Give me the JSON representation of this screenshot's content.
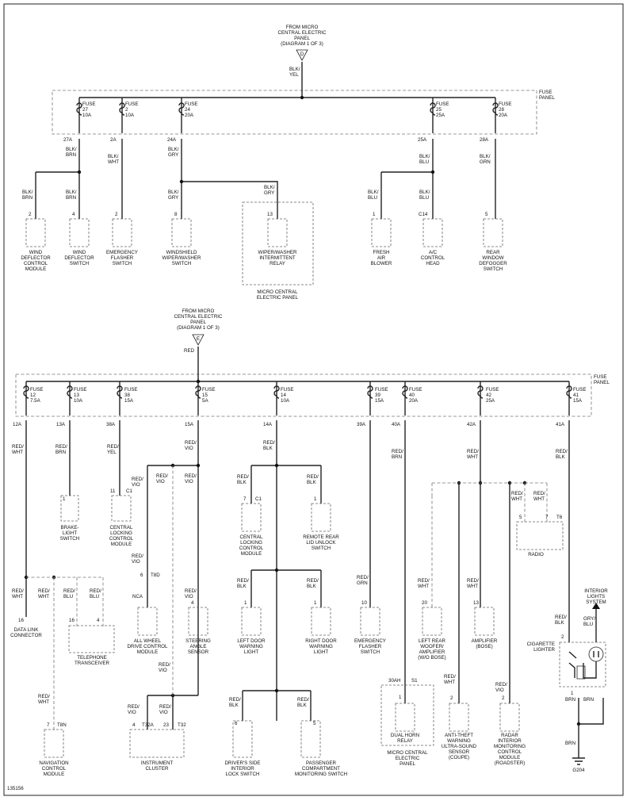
{
  "diagram_id": "135156",
  "fuse_panel_label": [
    "FUSE",
    "PANEL"
  ],
  "top": {
    "source": {
      "lines": [
        "FROM MICRO",
        "CENTRAL ELECTRIC",
        "PANEL",
        "(DIAGRAM 1 OF 3)"
      ],
      "connector": "D",
      "wire": [
        "BLK/",
        "YEL"
      ]
    },
    "fuses": [
      {
        "lines": [
          "FUSE",
          "27",
          "10A"
        ],
        "circuit": "27A"
      },
      {
        "lines": [
          "FUSE",
          "2",
          "10A"
        ],
        "circuit": "2A"
      },
      {
        "lines": [
          "FUSE",
          "24",
          "20A"
        ],
        "circuit": "24A"
      },
      {
        "lines": [
          "FUSE",
          "25",
          "25A"
        ],
        "circuit": "25A"
      },
      {
        "lines": [
          "FUSE",
          "28",
          "20A"
        ],
        "circuit": "28A"
      }
    ],
    "wires": [
      {
        "lines": [
          "BLK/",
          "BRN"
        ]
      },
      {
        "lines": [
          "BLK/",
          "WHT"
        ]
      },
      {
        "lines": [
          "BLK/",
          "GRY"
        ]
      },
      {
        "lines": [
          "BLK/",
          "BLU"
        ]
      },
      {
        "lines": [
          "BLK/",
          "GRN"
        ]
      },
      {
        "lines": [
          "BLK/",
          "BRN"
        ]
      },
      {
        "lines": [
          "BLK/",
          "BRN"
        ]
      },
      {
        "lines": [
          "BLK/",
          "GRY"
        ]
      },
      {
        "lines": [
          "BLK/",
          "GRY"
        ]
      },
      {
        "lines": [
          "BLK/",
          "BLU"
        ]
      },
      {
        "lines": [
          "BLK/",
          "BLU"
        ]
      }
    ],
    "components": [
      {
        "pin": "2",
        "lines": [
          "WIND",
          "DEFLECTOR",
          "CONTROL",
          "MODULE"
        ]
      },
      {
        "pin": "4",
        "lines": [
          "WIND",
          "DEFLECTOR",
          "SWITCH"
        ]
      },
      {
        "pin": "2",
        "lines": [
          "EMERGENCY",
          "FLASHER",
          "SWITCH"
        ]
      },
      {
        "pin": "8",
        "lines": [
          "WINDSHIELD",
          "WIPER/WASHER",
          "SWITCH"
        ]
      },
      {
        "pin": "13",
        "lines": [
          "WIPER/WASHER",
          "INTERMITTENT",
          "RELAY"
        ]
      },
      {
        "pin": "1",
        "lines": [
          "FRESH",
          "AIR",
          "BLOWER"
        ]
      },
      {
        "pin": "C14",
        "lines": [
          "A/C",
          "CONTROL",
          "HEAD"
        ]
      },
      {
        "pin": "5",
        "lines": [
          "REAR",
          "WINDOW",
          "DEFOGGER",
          "SWITCH"
        ]
      }
    ],
    "mcep": [
      "MICRO CENTRAL",
      "ELECTRIC PANEL"
    ]
  },
  "bottom": {
    "source": {
      "lines": [
        "FROM MICRO",
        "CENTRAL ELECTRIC",
        "PANEL",
        "(DIAGRAM 1 OF 3)"
      ],
      "connector": "E",
      "wire": [
        "RED"
      ]
    },
    "fuses": [
      {
        "lines": [
          "FUSE",
          "12",
          "7.5A"
        ],
        "circuit": "12A"
      },
      {
        "lines": [
          "FUSE",
          "13",
          "10A"
        ],
        "circuit": "13A"
      },
      {
        "lines": [
          "FUSE",
          "38",
          "15A"
        ],
        "circuit": "38A"
      },
      {
        "lines": [
          "FUSE",
          "15",
          "5A"
        ],
        "circuit": "15A"
      },
      {
        "lines": [
          "FUSE",
          "14",
          "10A"
        ],
        "circuit": "14A"
      },
      {
        "lines": [
          "FUSE",
          "39",
          "15A"
        ],
        "circuit": "39A"
      },
      {
        "lines": [
          "FUSE",
          "40",
          "20A"
        ],
        "circuit": "40A"
      },
      {
        "lines": [
          "FUSE",
          "42",
          "25A"
        ],
        "circuit": "42A"
      },
      {
        "lines": [
          "FUSE",
          "41",
          "15A"
        ],
        "circuit": "41A"
      }
    ],
    "wires": [
      {
        "lines": [
          "RED/",
          "WHT"
        ]
      },
      {
        "lines": [
          "RED/",
          "BRN"
        ]
      },
      {
        "lines": [
          "RED/",
          "YEL"
        ]
      },
      {
        "lines": [
          "RED/",
          "VIO"
        ]
      },
      {
        "lines": [
          "RED/",
          "BLK"
        ]
      },
      {
        "lines": [
          "RED/",
          "GRN"
        ]
      },
      {
        "lines": [
          "RED/",
          "BRN"
        ]
      },
      {
        "lines": [
          "RED/",
          "WHT"
        ]
      },
      {
        "lines": [
          "RED/",
          "BLK"
        ]
      },
      {
        "lines": [
          "RED/",
          "VIO"
        ]
      },
      {
        "lines": [
          "RED/",
          "VIO"
        ]
      },
      {
        "lines": [
          "RED/",
          "VIO"
        ]
      },
      {
        "lines": [
          "RED/",
          "BLK"
        ]
      },
      {
        "lines": [
          "RED/",
          "BLK"
        ]
      },
      {
        "lines": [
          "RED/",
          "WHT"
        ]
      },
      {
        "lines": [
          "RED/",
          "WHT"
        ]
      },
      {
        "lines": [
          "RED/",
          "WHT"
        ]
      },
      {
        "lines": [
          "RED/",
          "BLU"
        ]
      },
      {
        "lines": [
          "RED/",
          "BLU"
        ]
      },
      {
        "lines": [
          "RED/",
          "VIO"
        ]
      },
      {
        "lines": [
          "RED/",
          "VIO"
        ]
      },
      {
        "lines": [
          "RED/",
          "BLK"
        ]
      },
      {
        "lines": [
          "RED/",
          "BLK"
        ]
      },
      {
        "lines": [
          "RED/",
          "WHT"
        ]
      },
      {
        "lines": [
          "RED/",
          "WHT"
        ]
      },
      {
        "lines": [
          "RED/",
          "WHT"
        ]
      },
      {
        "lines": [
          "RED/",
          "VIO"
        ]
      },
      {
        "lines": [
          "RED/",
          "VIO"
        ]
      },
      {
        "lines": [
          "RED/",
          "VIO"
        ]
      },
      {
        "lines": [
          "RED/",
          "VIO"
        ]
      },
      {
        "lines": [
          "RED/",
          "BLK"
        ]
      },
      {
        "lines": [
          "RED/",
          "BLK"
        ]
      },
      {
        "lines": [
          "RED/",
          "WHT"
        ]
      },
      {
        "lines": [
          "RED/",
          "WHT"
        ]
      },
      {
        "lines": [
          "RED/",
          "BLK"
        ]
      },
      {
        "lines": [
          "GRY/",
          "BLU"
        ]
      },
      {
        "lines": [
          "BRN"
        ]
      },
      {
        "lines": [
          "BRN"
        ]
      },
      {
        "lines": [
          "BRN"
        ]
      }
    ],
    "components": [
      {
        "pin": "1",
        "lines": [
          "BRAKE-",
          "LIGHT",
          "SWITCH"
        ]
      },
      {
        "pin": "11",
        "conn": "C1",
        "lines": [
          "CENTRAL",
          "LOCKING",
          "CONTROL",
          "MODULE"
        ]
      },
      {
        "pin": "7",
        "conn": "C1",
        "lines": [
          "CENTRAL",
          "LOCKING",
          "CONTROL",
          "MODULE"
        ]
      },
      {
        "pin": "1",
        "lines": [
          "REMOTE REAR",
          "LID UNLOCK",
          "SWITCH"
        ]
      },
      {
        "pin": "5",
        "pin2": "7",
        "conn": "T6",
        "lines": [
          "RADIO"
        ]
      },
      {
        "pin": "16",
        "lines": [
          "DATA LINK",
          "CONNECTOR"
        ]
      },
      {
        "pin": "16",
        "pin2": "4",
        "lines": [
          "TELEPHONE",
          "TRANSCEIVER"
        ]
      },
      {
        "pin": "6",
        "conn": "T8D",
        "extra": "NCA",
        "lines": [
          "ALL WHEEL",
          "DRIVE CONTROL",
          "MODULE"
        ]
      },
      {
        "pin": "4",
        "lines": [
          "STEERING",
          "ANGLE",
          "SENSOR"
        ]
      },
      {
        "pin": "1",
        "lines": [
          "LEFT DOOR",
          "WARNING",
          "LIGHT"
        ]
      },
      {
        "pin": "1",
        "lines": [
          "RIGHT DOOR",
          "WARNING",
          "LIGHT"
        ]
      },
      {
        "pin": "10",
        "lines": [
          "EMERGENCY",
          "FLASHER",
          "SWITCH"
        ]
      },
      {
        "pin": "20",
        "lines": [
          "LEFT REAR",
          "WOOFER/",
          "AMPLIFIER",
          "(W/O BOSE)"
        ]
      },
      {
        "pin": "13",
        "lines": [
          "AMPLIFIER",
          "(BOSE)"
        ]
      },
      {
        "pin": "7",
        "conn": "T8N",
        "lines": [
          "NAVIGATION",
          "CONTROL",
          "MODULE"
        ]
      },
      {
        "pin": "4",
        "conn": "T32A",
        "pin2": "23",
        "conn2": "T32",
        "lines": [
          "INSTRUMENT",
          "CLUSTER"
        ]
      },
      {
        "pin": "6",
        "lines": [
          "DRIVER'S SIDE",
          "INTERIOR",
          "LOCK SWITCH"
        ]
      },
      {
        "pin": "5",
        "lines": [
          "PASSENGER",
          "COMPARTMENT",
          "MONITORING SWITCH"
        ]
      },
      {
        "pin": "1",
        "pin_label": "30AH",
        "conn": "S1",
        "lines": [
          "DUAL HORN",
          "RELAY"
        ],
        "panel": [
          "MICRO CENTRAL",
          "ELECTRIC",
          "PANEL"
        ]
      },
      {
        "pin": "2",
        "lines": [
          "ANTI-THEFT",
          "WARNING",
          "ULTRA-SOUND",
          "SENSOR",
          "(COUPE)"
        ]
      },
      {
        "pin": "2",
        "lines": [
          "RADAR",
          "INTERIOR",
          "MONITORING",
          "CONTROL",
          "MODULE",
          "(ROADSTER)"
        ]
      },
      {
        "pin": "2",
        "pin2": "1",
        "lines": [
          "CIGARETTE",
          "LIGHTER"
        ]
      }
    ],
    "interior_lights": [
      "INTERIOR",
      "LIGHTS",
      "SYSTEM"
    ],
    "ground": "G204"
  }
}
